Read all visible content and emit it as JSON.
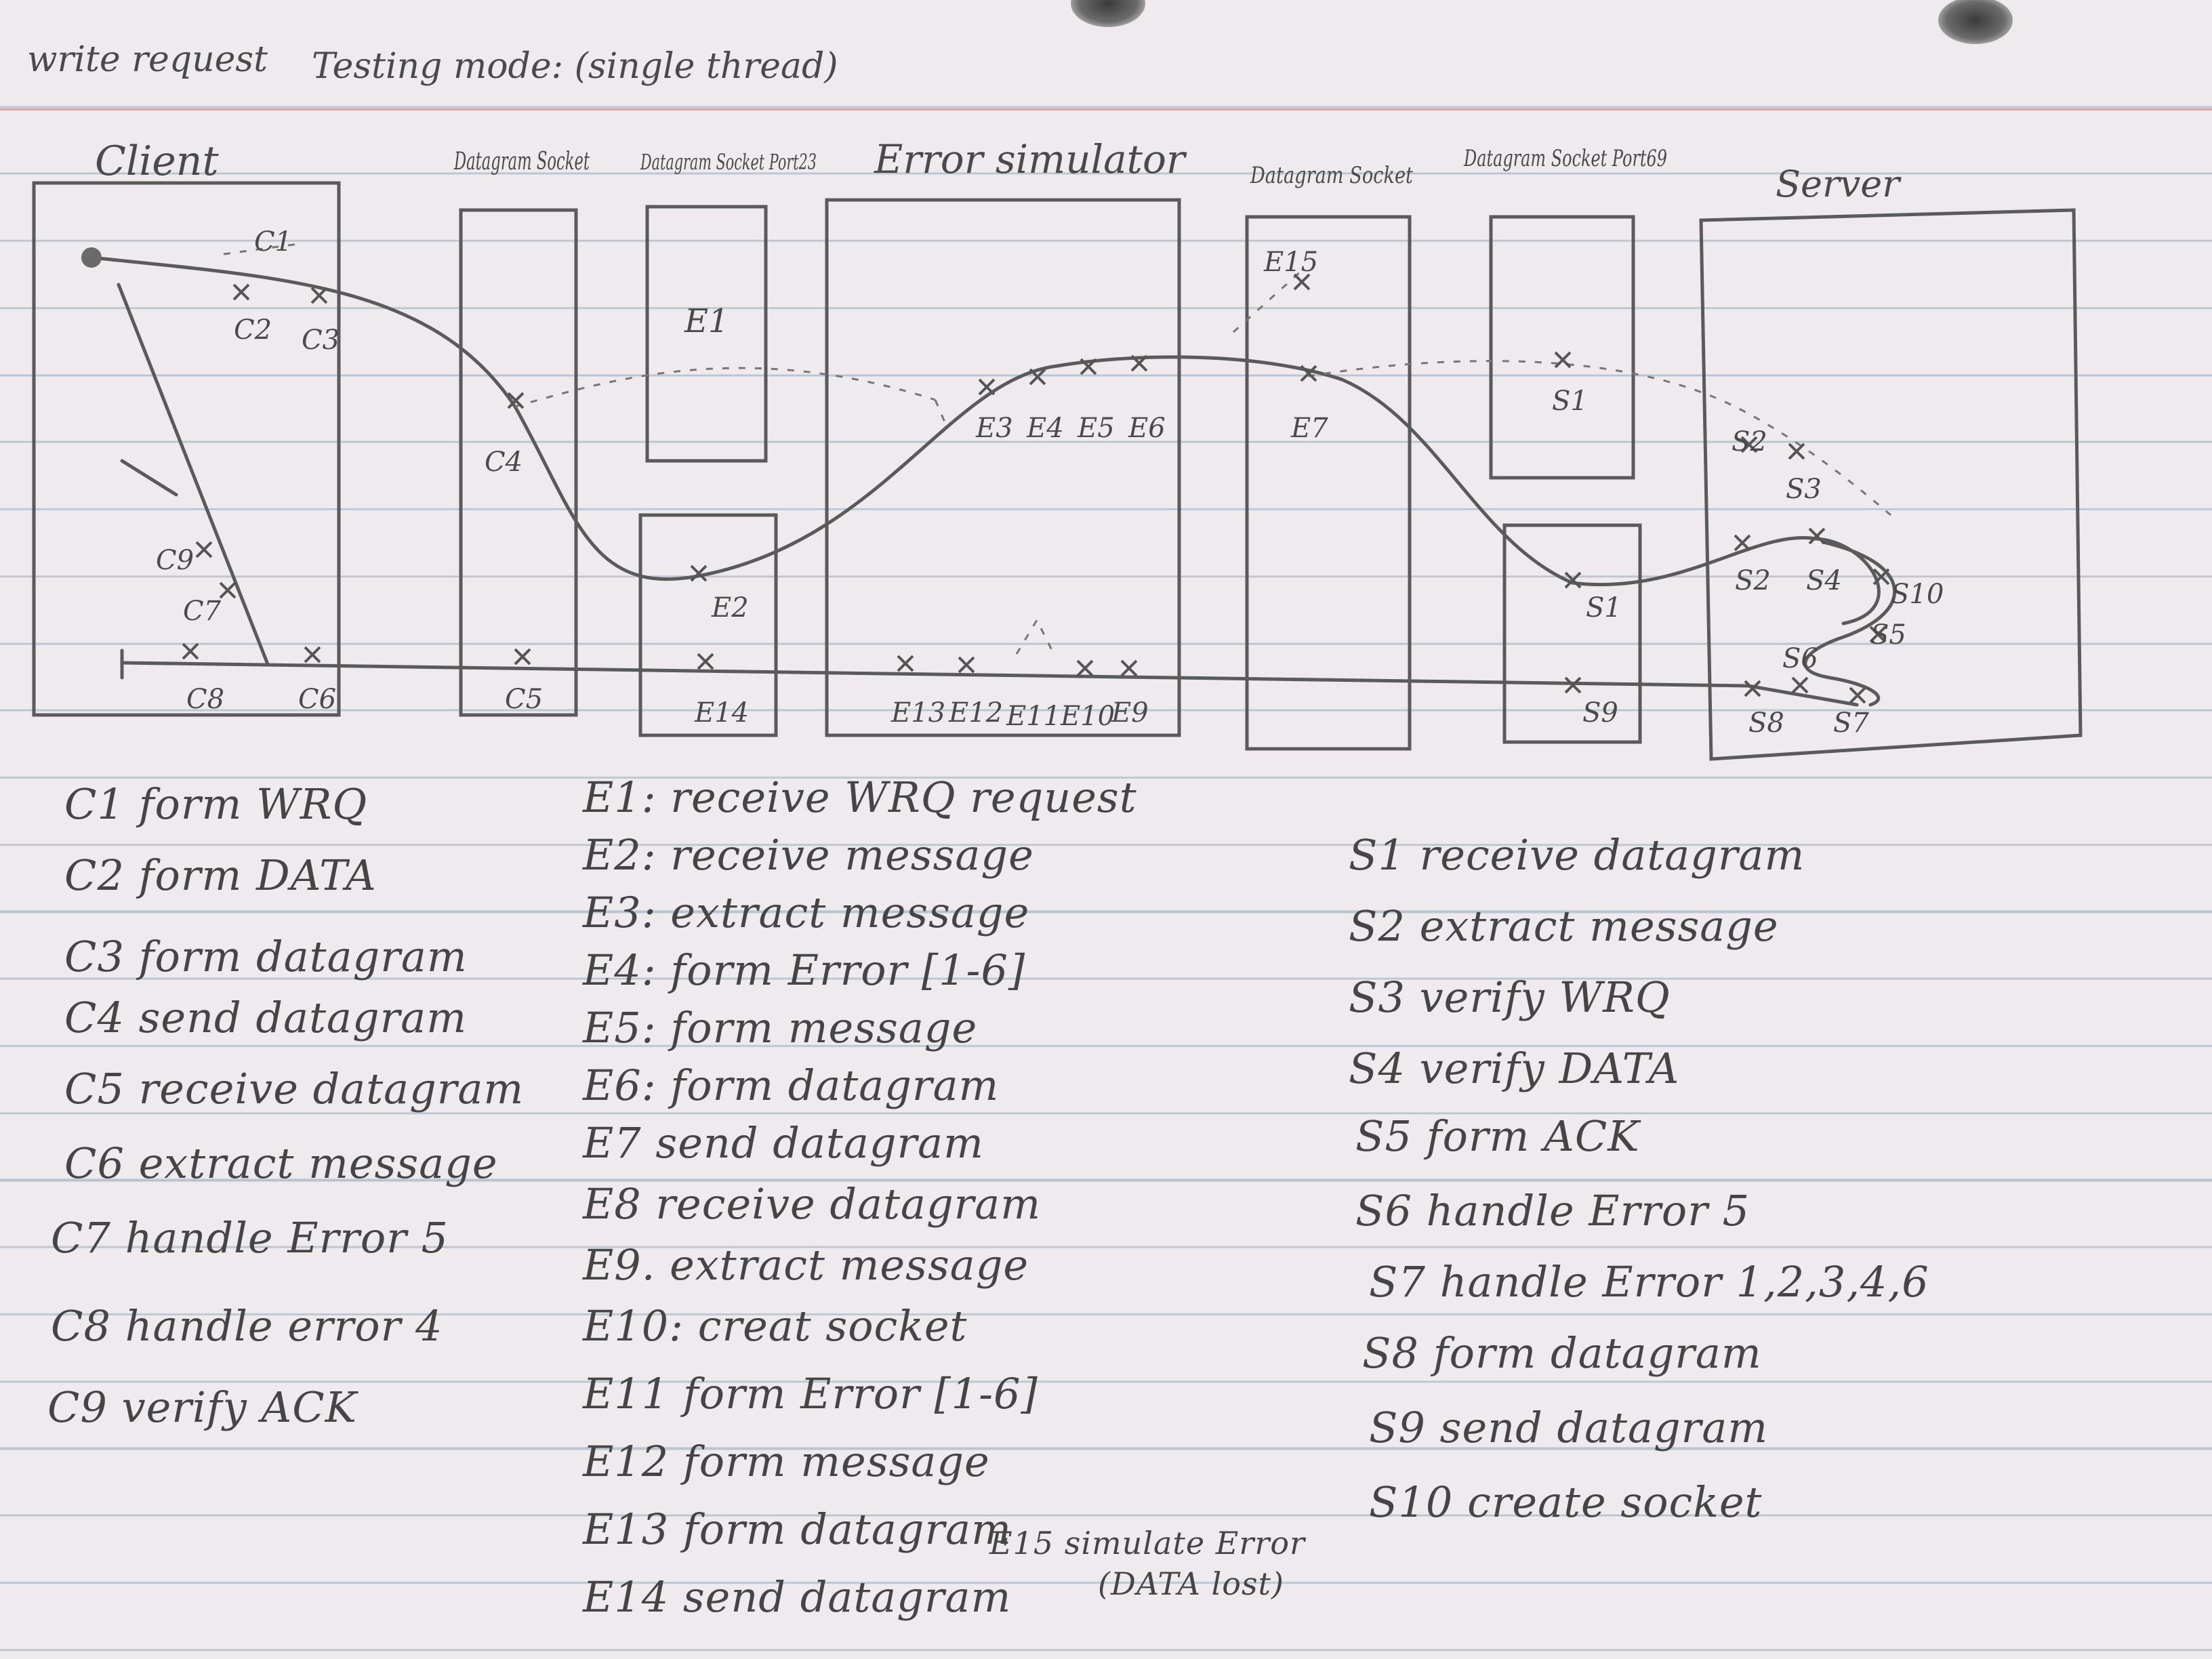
{
  "header": {
    "title": "write request",
    "mode": "Testing mode: (single thread)"
  },
  "columns": {
    "client": "Client",
    "datagram_socket_1": "Datagram Socket",
    "datagram_socket_port23": "Datagram Socket Port23",
    "error_simulator": "Error simulator",
    "datagram_socket_2": "Datagram Socket",
    "datagram_socket_port69": "Datagram Socket Port69",
    "server": "Server"
  },
  "marks": {
    "c1": "C1",
    "c2": "C2",
    "c3": "C3",
    "c4": "C4",
    "c5": "C5",
    "c6": "C6",
    "c7": "C7",
    "c8": "C8",
    "c9": "C9",
    "e1": "E1",
    "e2": "E2",
    "e3": "E3",
    "e4": "E4",
    "e5": "E5",
    "e6": "E6",
    "e7": "E7",
    "e9": "E9",
    "e10": "E10",
    "e11": "E11",
    "e12": "E12",
    "e13": "E13",
    "e14": "E14",
    "e15": "E15",
    "s1": "S1",
    "s2": "S2",
    "s3": "S3",
    "s4": "S4",
    "s5": "S5",
    "s6": "S6",
    "s7": "S7",
    "s8": "S8",
    "s9": "S9",
    "s10": "S10"
  },
  "client_steps": [
    "C1 form WRQ",
    "C2 form DATA",
    "C3 form datagram",
    "C4 send datagram",
    "C5 receive datagram",
    "C6 extract message",
    "C7 handle Error 5",
    "C8 handle error 4",
    "C9 verify ACK"
  ],
  "error_sim_steps": [
    "E1: receive WRQ request",
    "E2: receive message",
    "E3: extract message",
    "E4: form Error [1-6]",
    "E5: form message",
    "E6: form datagram",
    "E7 send datagram",
    "E8 receive datagram",
    "E9. extract message",
    "E10: creat socket",
    "E11 form Error [1-6]",
    "E12 form message",
    "E13 form datagram",
    "E14 send datagram"
  ],
  "e15_note": {
    "label": "E15 simulate Error",
    "detail": "(DATA lost)"
  },
  "server_steps": [
    "S1 receive datagram",
    "S2 extract message",
    "S3 verify WRQ",
    "S4 verify DATA",
    "S5 form ACK",
    "S6 handle Error 5",
    "S7 handle Error 1,2,3,4,6",
    "S8 form datagram",
    "S9 send datagram",
    "S10 create socket"
  ],
  "colors": {
    "paper": "#efeaed",
    "rule": "#b9c4d2",
    "margin": "#d9a6ae",
    "pencil": "#555555"
  }
}
